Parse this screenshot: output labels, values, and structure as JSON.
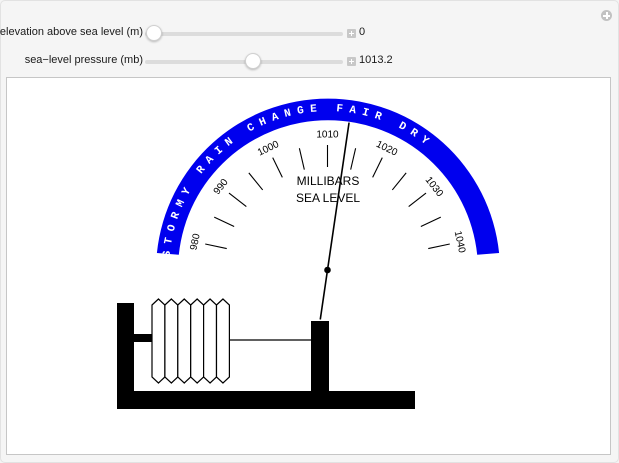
{
  "controls": {
    "add_button_icon": "plus-circle-icon",
    "sliders": [
      {
        "label": "elevation above sea level (m)",
        "value": "0",
        "thumb_pct": 4.5
      },
      {
        "label": "sea−level pressure (mb)",
        "value": "1013.2",
        "thumb_pct": 54.5
      }
    ]
  },
  "gauge": {
    "band_color": "#0000ee",
    "band_words": "STORMY   RAIN   CHANGE   FAIR   DRY",
    "center_label_1": "MILLIBARS",
    "center_label_2": "SEA LEVEL",
    "tick_labels": [
      "980",
      "990",
      "1000",
      "1010",
      "1020",
      "1030",
      "1040"
    ],
    "pressure_mb": 1013.2,
    "min_mb": 980,
    "max_mb": 1040
  }
}
